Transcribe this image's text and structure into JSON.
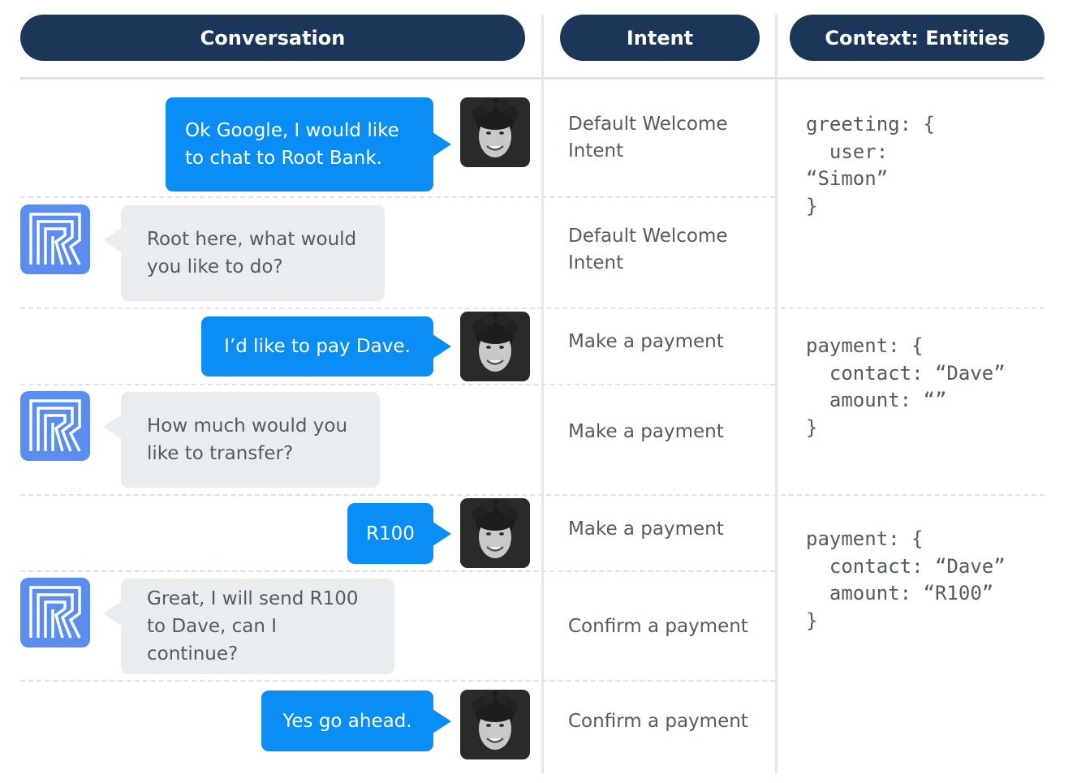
{
  "headers": {
    "conversation": "Conversation",
    "intent": "Intent",
    "context": "Context: Entities"
  },
  "conversation": [
    {
      "speaker": "user",
      "text": "Ok Google, I would like to chat to Root Bank."
    },
    {
      "speaker": "bot",
      "text": "Root here, what would you like to do?"
    },
    {
      "speaker": "user",
      "text": "I’d like to pay Dave."
    },
    {
      "speaker": "bot",
      "text": "How much would you like to transfer?"
    },
    {
      "speaker": "user",
      "text": "R100"
    },
    {
      "speaker": "bot",
      "text": "Great, I will send R100 to Dave, can I continue?"
    },
    {
      "speaker": "user",
      "text": "Yes go ahead."
    }
  ],
  "intents": [
    "Default Welcome Intent",
    "Default Welcome Intent",
    "Make a payment",
    "Make a payment",
    "Make a payment",
    "Confirm a payment",
    "Confirm a payment"
  ],
  "contexts": [
    {
      "key": "greeting",
      "fields": [
        {
          "name": "user",
          "value": "“Simon”"
        }
      ]
    },
    {
      "key": "payment",
      "fields": [
        {
          "name": "contact",
          "value": "“Dave”"
        },
        {
          "name": "amount",
          "value": "“”"
        }
      ]
    },
    {
      "key": "payment",
      "fields": [
        {
          "name": "contact",
          "value": "“Dave”"
        },
        {
          "name": "amount",
          "value": "“R100”"
        }
      ]
    }
  ],
  "icons": {
    "user_avatar": "user-photo-icon",
    "bot_logo": "root-bank-logo-icon"
  },
  "colors": {
    "header_bg": "#1b3658",
    "user_bubble": "#0a8ef5",
    "bot_bubble": "#e9edf0",
    "logo": "#5b8def"
  }
}
